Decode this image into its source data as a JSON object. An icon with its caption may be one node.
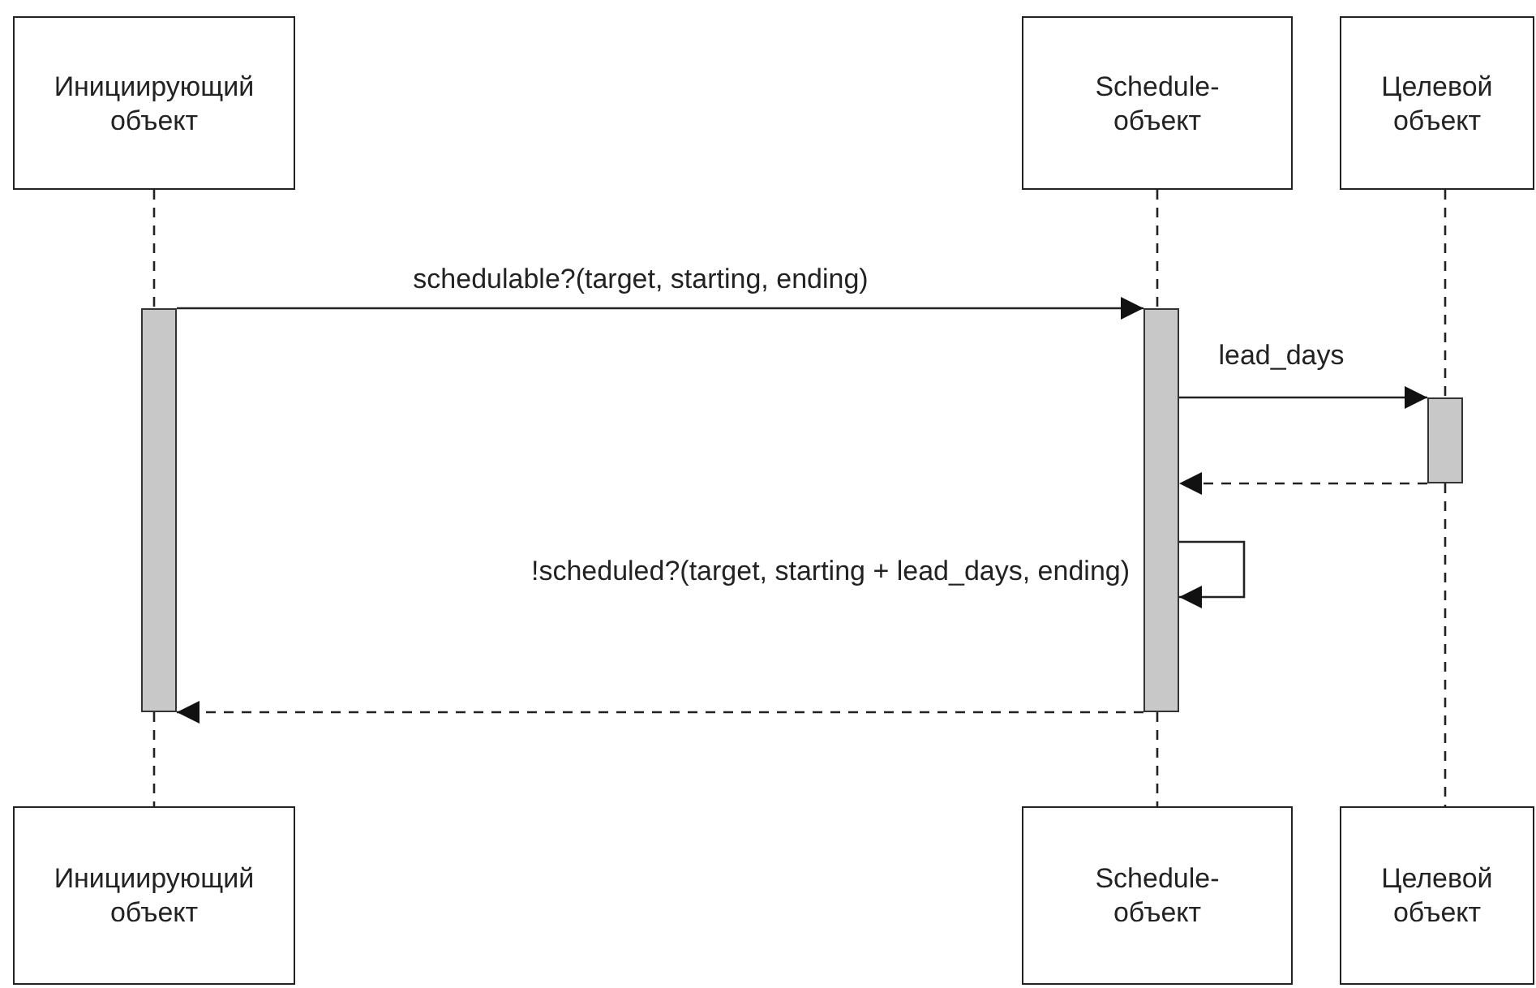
{
  "diagram": {
    "nodes": [
      {
        "text": [
          "Инициирующий объект"
        ]
      },
      {
        "text": [
          "Schedule- объект"
        ]
      },
      {
        "text": [
          "Целевой объект"
        ]
      },
      {
        "text": [],
        "shape": "bar"
      },
      {
        "text": [],
        "shape": "bar"
      },
      {
        "text": [],
        "shape": "bar"
      },
      {
        "text": [
          "Инициирующий объект"
        ]
      },
      {
        "text": [
          "Schedule- объект"
        ]
      },
      {
        "text": [
          "Целевой объект"
        ]
      }
    ],
    "edges": [
      {
        "from": 0,
        "to": 3,
        "arrow": "none",
        "style": "dashed"
      },
      {
        "from": 3,
        "to": 6,
        "arrow": "none",
        "style": "dashed"
      },
      {
        "from": 1,
        "to": 4,
        "arrow": "none",
        "style": "dashed"
      },
      {
        "from": 4,
        "to": 7,
        "arrow": "none",
        "style": "dashed"
      },
      {
        "from": 2,
        "to": 5,
        "arrow": "none",
        "style": "dashed"
      },
      {
        "from": 5,
        "to": 8,
        "arrow": "none",
        "style": "dashed"
      },
      {
        "from": 3,
        "to": 4,
        "arrow": "to",
        "label": "schedulable?(target, starting, ending)"
      },
      {
        "from": 4,
        "to": 5,
        "arrow": "to",
        "label": "lead_days"
      },
      {
        "from": 5,
        "to": 4,
        "arrow": "to",
        "style": "dashed"
      },
      {
        "from": 4,
        "to": 4,
        "arrow": "to",
        "label": "!scheduled?(target, starting + lead_days, ending)"
      },
      {
        "from": 4,
        "to": 3,
        "arrow": "to",
        "style": "dashed"
      }
    ]
  }
}
